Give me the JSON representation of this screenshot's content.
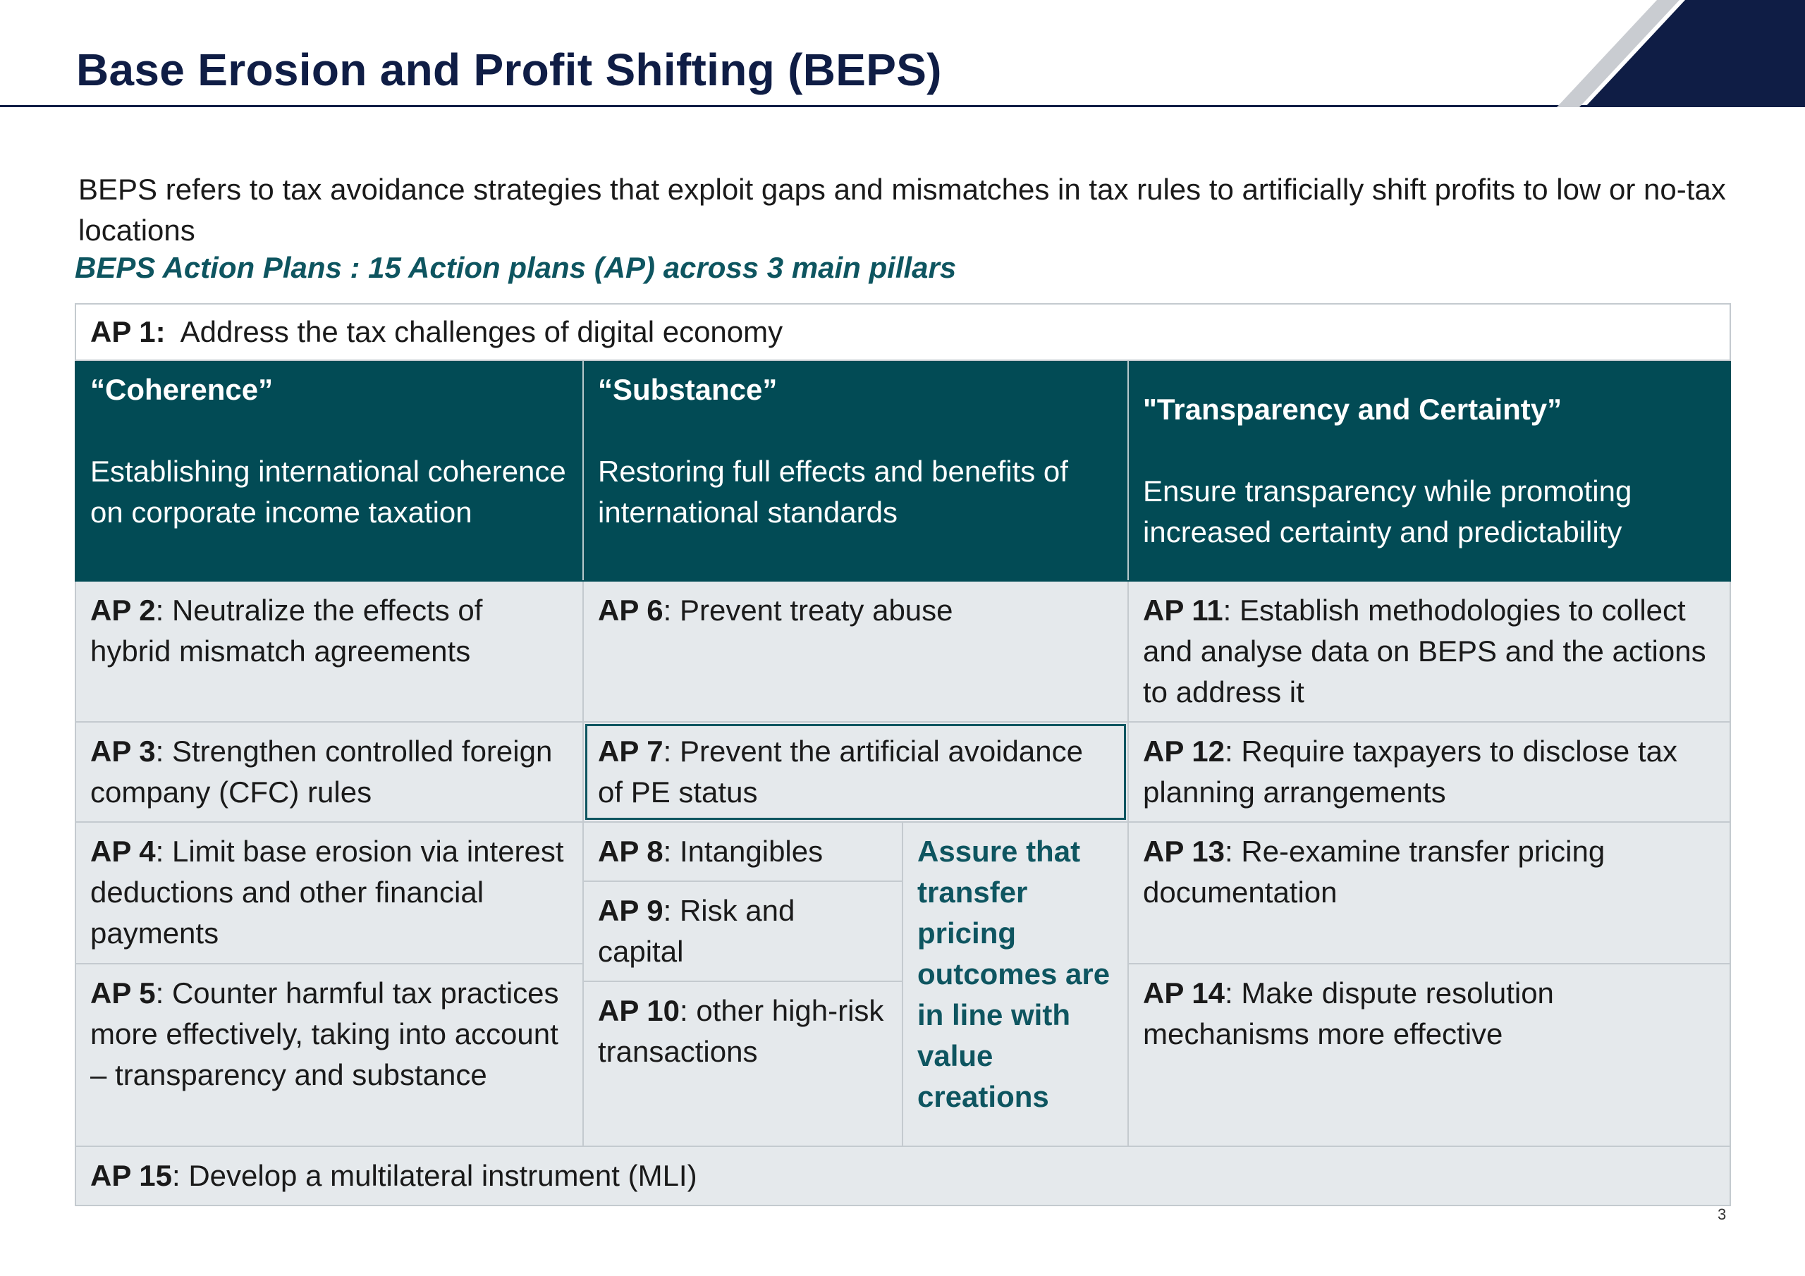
{
  "title": "Base Erosion and Profit Shifting (BEPS)",
  "intro": "BEPS refers to tax avoidance strategies that exploit gaps and mismatches in tax rules to artificially shift profits to low or no-tax locations",
  "subheading": "BEPS Action Plans : 15 Action plans (AP) across 3 main pillars",
  "ap1": {
    "code": "AP 1:",
    "text": "Address the tax challenges of digital economy"
  },
  "pillars": [
    {
      "name": "“Coherence”",
      "desc": "Establishing international coherence on corporate income taxation"
    },
    {
      "name": "“Substance”",
      "desc": "Restoring full effects and benefits of international standards"
    },
    {
      "name": "\"Transparency and Certainty”",
      "desc": "Ensure transparency while promoting increased certainty and predictability"
    }
  ],
  "actions": {
    "ap2": {
      "code": "AP 2",
      "text": ": Neutralize the effects of hybrid mismatch agreements"
    },
    "ap3": {
      "code": "AP 3",
      "text": ": Strengthen controlled foreign company (CFC) rules"
    },
    "ap4": {
      "code": "AP 4",
      "text": ": Limit base erosion via interest deductions and other financial payments"
    },
    "ap5": {
      "code": "AP 5",
      "text": ": Counter harmful tax practices more effectively, taking into account – transparency and substance"
    },
    "ap6": {
      "code": "AP 6",
      "text": ": Prevent treaty abuse"
    },
    "ap7": {
      "code": "AP 7",
      "text": ": Prevent the artificial avoidance of PE status"
    },
    "ap8": {
      "code": "AP 8",
      "text": ": Intangibles"
    },
    "ap9": {
      "code": "AP 9",
      "text": ": Risk and capital"
    },
    "ap10": {
      "code": "AP 10",
      "text": ": other high-risk transactions"
    },
    "ap11": {
      "code": "AP 11",
      "text": ": Establish methodologies to collect and analyse data on BEPS and the actions to address it"
    },
    "ap12": {
      "code": "AP 12",
      "text": ": Require taxpayers to disclose tax planning arrangements"
    },
    "ap13": {
      "code": "AP 13",
      "text": ": Re-examine transfer pricing documentation"
    },
    "ap14": {
      "code": "AP 14",
      "text": ": Make dispute resolution mechanisms more effective"
    },
    "ap15": {
      "code": "AP 15",
      "text": ": Develop a multilateral instrument (MLI)"
    }
  },
  "transfer_pricing_note": "Assure that transfer pricing outcomes are in line with value creations",
  "page_number": "3",
  "colors": {
    "navy": "#0f1d45",
    "teal": "#024b55",
    "teal_text": "#0e5560",
    "cell_bg": "#e5e9ec"
  },
  "icons": {
    "corner": "corner-stripe-decoration"
  }
}
